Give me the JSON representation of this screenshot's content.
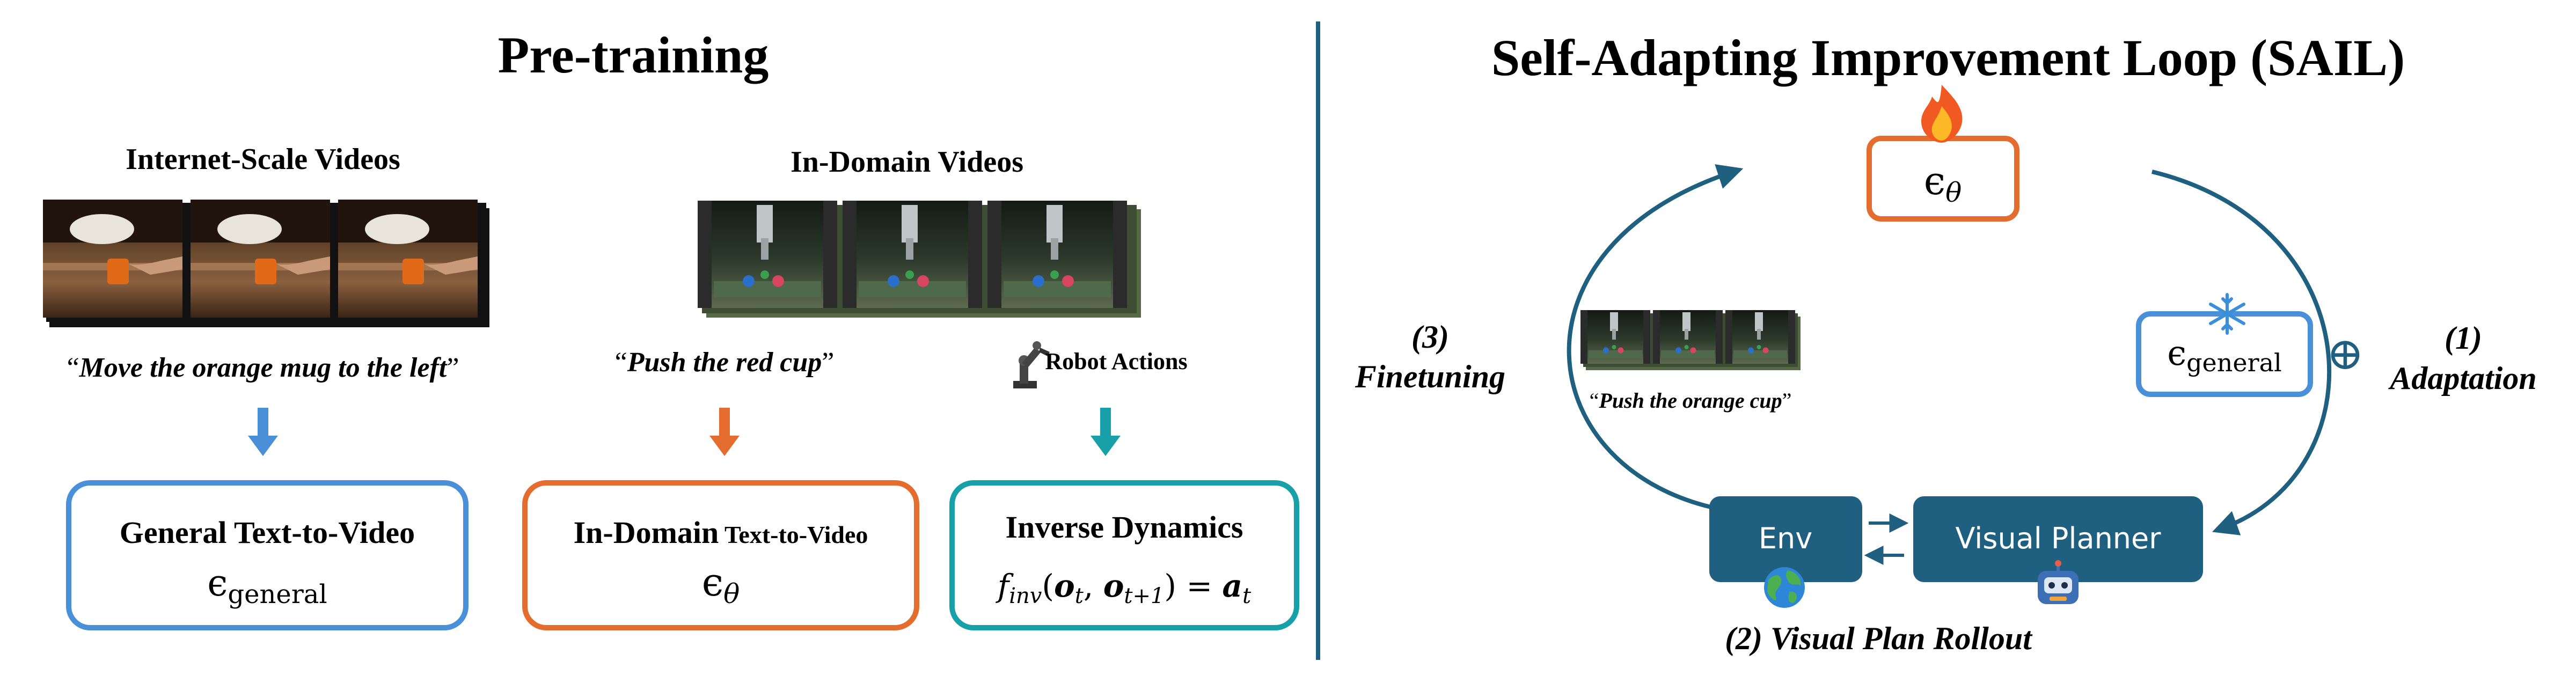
{
  "pretraining": {
    "title": "Pre-training",
    "internet_videos": {
      "heading": "Internet-Scale Videos",
      "prompt_open": "“",
      "prompt": "Move the orange mug to the left",
      "prompt_close": "”"
    },
    "indomain_videos": {
      "heading": "In-Domain Videos",
      "prompt_open": "“",
      "prompt": "Push the red cup",
      "prompt_close": "”"
    },
    "robot_actions": {
      "label": "Robot Actions",
      "icon": "robot-arm-icon"
    },
    "boxes": {
      "general": {
        "title": "General Text-to-Video",
        "symbol": "ϵ",
        "subscript": "general",
        "color": "#4A90D9"
      },
      "indomain": {
        "title_bold": "In-Domain",
        "title_rest": " Text-to-Video",
        "symbol": "ϵ",
        "subscript": "θ",
        "color": "#E46C2E"
      },
      "inverse": {
        "title": "Inverse Dynamics",
        "formula_left": "f",
        "formula_sub": "inv",
        "formula_args_1": "(",
        "formula_o1": "o",
        "formula_t": "t",
        "formula_comma": ", ",
        "formula_o2": "o",
        "formula_t1": "t+1",
        "formula_close": ") = ",
        "formula_a": "a",
        "formula_at": "t",
        "color": "#17A0A8"
      }
    }
  },
  "sail": {
    "title": "Self-Adapting Improvement Loop (SAIL)",
    "model_box": {
      "symbol": "ϵ",
      "subscript": "θ",
      "icon": "fire-icon",
      "color": "#E46C2E"
    },
    "general_box": {
      "symbol": "ϵ",
      "subscript": "general",
      "icon": "snowflake-icon",
      "color": "#4A90D9"
    },
    "oplus": "⊕",
    "adaptation": {
      "number": "(1)",
      "label": "Adaptation"
    },
    "finetuning": {
      "number": "(3)",
      "label": "Finetuning"
    },
    "rollout": {
      "label": "(2) Visual Plan Rollout"
    },
    "env_box": {
      "label": "Env",
      "icon": "globe-icon"
    },
    "planner_box": {
      "label": "Visual Planner",
      "icon": "robot-icon"
    },
    "rollout_prompt": {
      "open": "“",
      "text": "Push the orange cup",
      "close": "”"
    },
    "loop_color": "#1F5F7F",
    "box_fill": "#1F5F7F"
  }
}
